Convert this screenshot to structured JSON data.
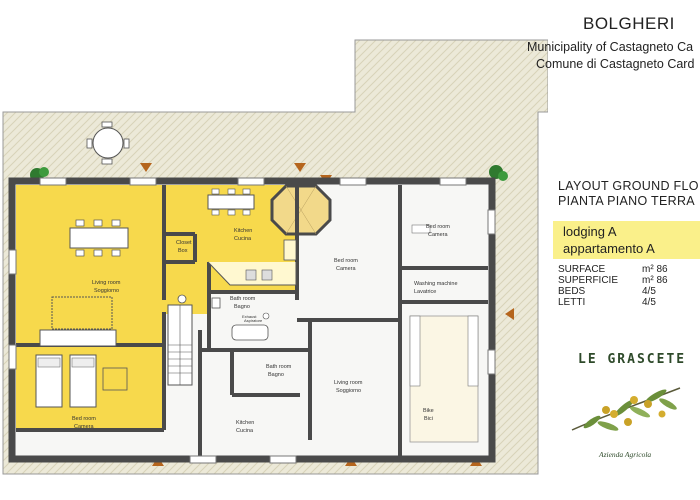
{
  "header": {
    "title": "BOLGHERI",
    "municipality_en": "Municipality of Castagneto Ca",
    "municipality_it": "Comune di Castagneto Card"
  },
  "layout": {
    "line1": "LAYOUT GROUND FLO",
    "line2": "PIANTA PIANO TERRA"
  },
  "lodging": {
    "en": "lodging  A",
    "it": "appartamento A"
  },
  "specs": [
    {
      "label": "SURFACE",
      "value": "m² 86"
    },
    {
      "label": "SUPERFICIE",
      "value": "m² 86"
    },
    {
      "label": "BEDS",
      "value": "4/5"
    },
    {
      "label": "LETTI",
      "value": "4/5"
    }
  ],
  "brand": {
    "name": "LE GRASCETE",
    "subtitle": "Azienda Agricola"
  },
  "rooms": {
    "closet": [
      "Closet",
      "Box"
    ],
    "kitchen_a": [
      "Kitchen",
      "Cucina"
    ],
    "living_a": [
      "Living room",
      "Soggiorno"
    ],
    "bath_a": [
      "Bath room",
      "Bagno"
    ],
    "exhaust": [
      "Exhaust",
      "Aspiratore"
    ],
    "bed_a": [
      "Bed room",
      "Camera"
    ],
    "bed_center": [
      "Bed room",
      "Camera"
    ],
    "bed_right": [
      "Bed room",
      "Camera"
    ],
    "washing": [
      "Washing machine",
      "Lavatrice"
    ],
    "bath_b": [
      "Bath room",
      "Bagno"
    ],
    "living_b": [
      "Living room",
      "Soggiorno"
    ],
    "kitchen_b": [
      "Kitchen",
      "Cucina"
    ],
    "bike": [
      "Bike",
      "Bici"
    ]
  },
  "colors": {
    "lodging_yellow": "#f7d94c",
    "highlight_box": "#faf08a",
    "terrace": "#ebe8d6",
    "wall": "#4a4a4a",
    "arrow": "#b5651d",
    "plant": "#2f7a2f"
  }
}
